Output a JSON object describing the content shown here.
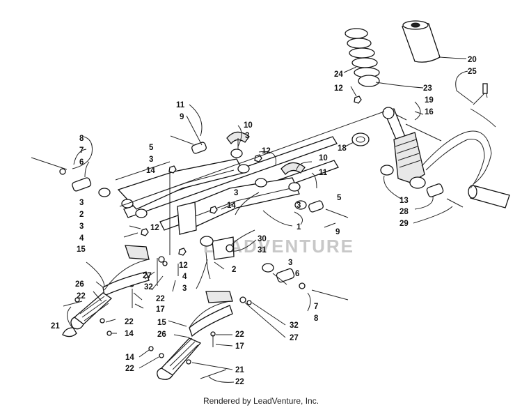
{
  "watermark": "LEADVENTURE",
  "footer_text": "Rendered by LeadVenture, Inc.",
  "callouts": [
    "1",
    "2",
    "2",
    "3",
    "3",
    "3",
    "3",
    "3",
    "3",
    "3",
    "3",
    "4",
    "4",
    "5",
    "5",
    "6",
    "6",
    "7",
    "7",
    "8",
    "8",
    "9",
    "9",
    "10",
    "10",
    "11",
    "11",
    "12",
    "12",
    "12",
    "12",
    "13",
    "14",
    "14",
    "14",
    "14",
    "15",
    "15",
    "16",
    "17",
    "17",
    "18",
    "19",
    "20",
    "21",
    "21",
    "22",
    "22",
    "22",
    "22",
    "22",
    "22",
    "23",
    "24",
    "25",
    "26",
    "26",
    "27",
    "27",
    "28",
    "29",
    "30",
    "31",
    "32",
    "32"
  ]
}
